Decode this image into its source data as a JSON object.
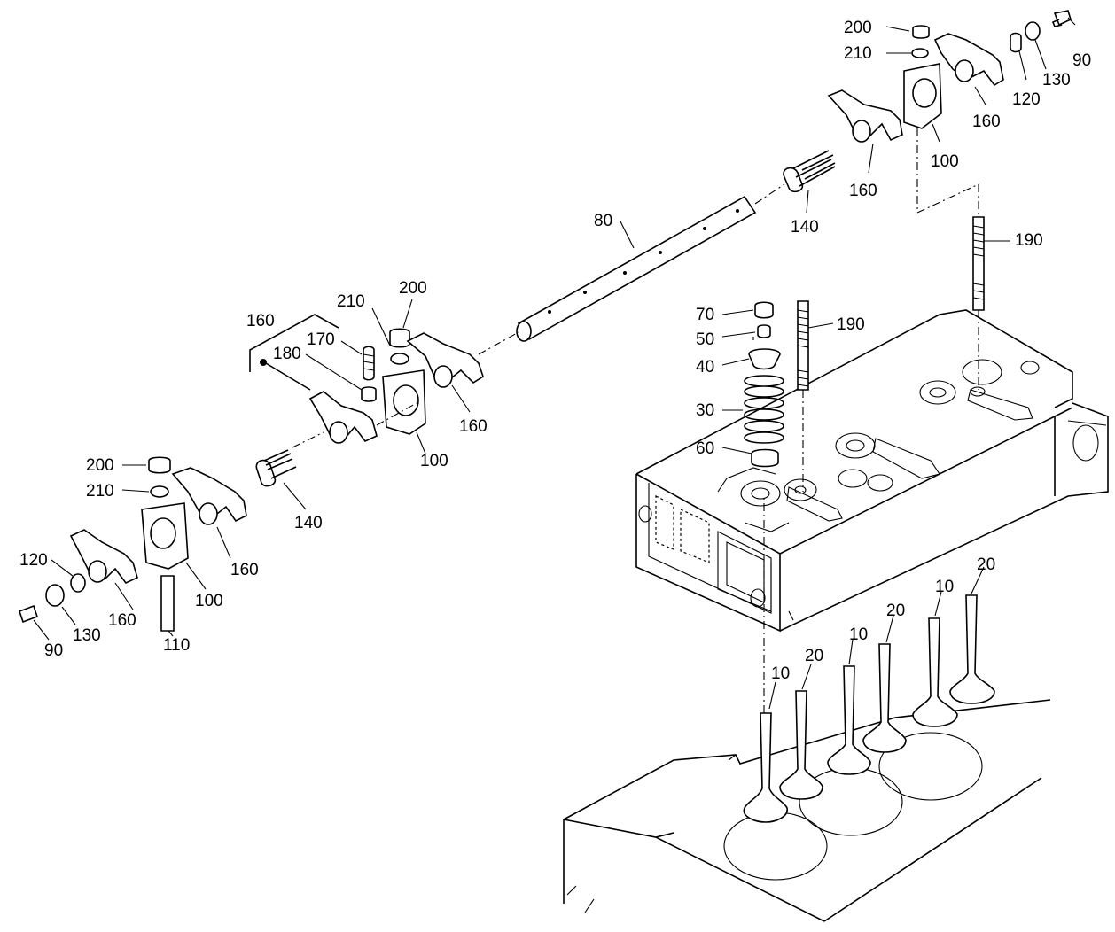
{
  "callouts": {
    "c200_tr": "200",
    "c210_tr": "210",
    "c90_tr": "90",
    "c130_tr": "130",
    "c120_tr": "120",
    "c160_tr1": "160",
    "c100_tr": "100",
    "c160_tr2": "160",
    "c140_tr": "140",
    "c190_tr": "190",
    "c80": "80",
    "c200_m": "200",
    "c210_m": "210",
    "c160_bracket": "160",
    "c170": "170",
    "c180": "180",
    "c160_m": "160",
    "c100_m": "100",
    "c140_m": "140",
    "c70": "70",
    "c50": "50",
    "c40": "40",
    "c30": "30",
    "c60": "60",
    "c190_m": "190",
    "c200_l": "200",
    "c210_l": "210",
    "c120_l": "120",
    "c160_l1": "160",
    "c160_l2": "160",
    "c100_l": "100",
    "c90_l": "90",
    "c130_l": "130",
    "c110": "110",
    "c10_a": "10",
    "c20_a": "20",
    "c10_b": "10",
    "c20_b": "20",
    "c10_c": "10",
    "c20_c": "20"
  }
}
